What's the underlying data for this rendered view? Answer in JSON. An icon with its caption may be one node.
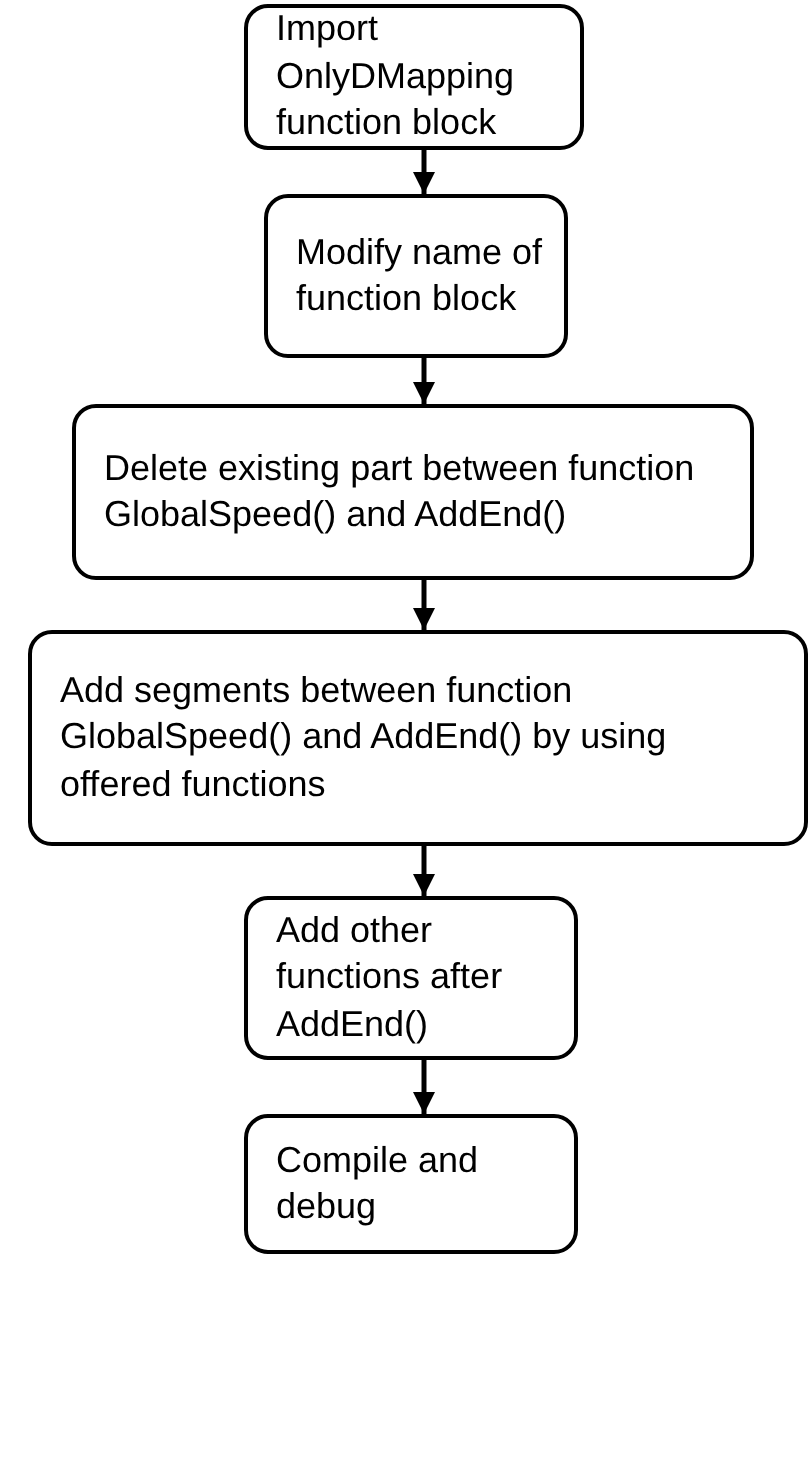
{
  "diagram": {
    "nodes": [
      {
        "text": [
          "Import OnlyDMapping function block"
        ]
      },
      {
        "text": [
          "Modify name of function block"
        ]
      },
      {
        "text": [
          "Delete existing part between function GlobalSpeed() and AddEnd()"
        ]
      },
      {
        "text": [
          "Add segments between function GlobalSpeed() and AddEnd() by using offered functions"
        ]
      },
      {
        "text": [
          "Add other functions after AddEnd()"
        ]
      },
      {
        "text": [
          "Compile and debug"
        ]
      }
    ],
    "edges": [
      {
        "from": 0,
        "to": 1,
        "arrow": "to"
      },
      {
        "from": 1,
        "to": 2,
        "arrow": "to"
      },
      {
        "from": 2,
        "to": 3,
        "arrow": "to"
      },
      {
        "from": 3,
        "to": 4,
        "arrow": "to"
      },
      {
        "from": 4,
        "to": 5,
        "arrow": "to"
      }
    ]
  }
}
